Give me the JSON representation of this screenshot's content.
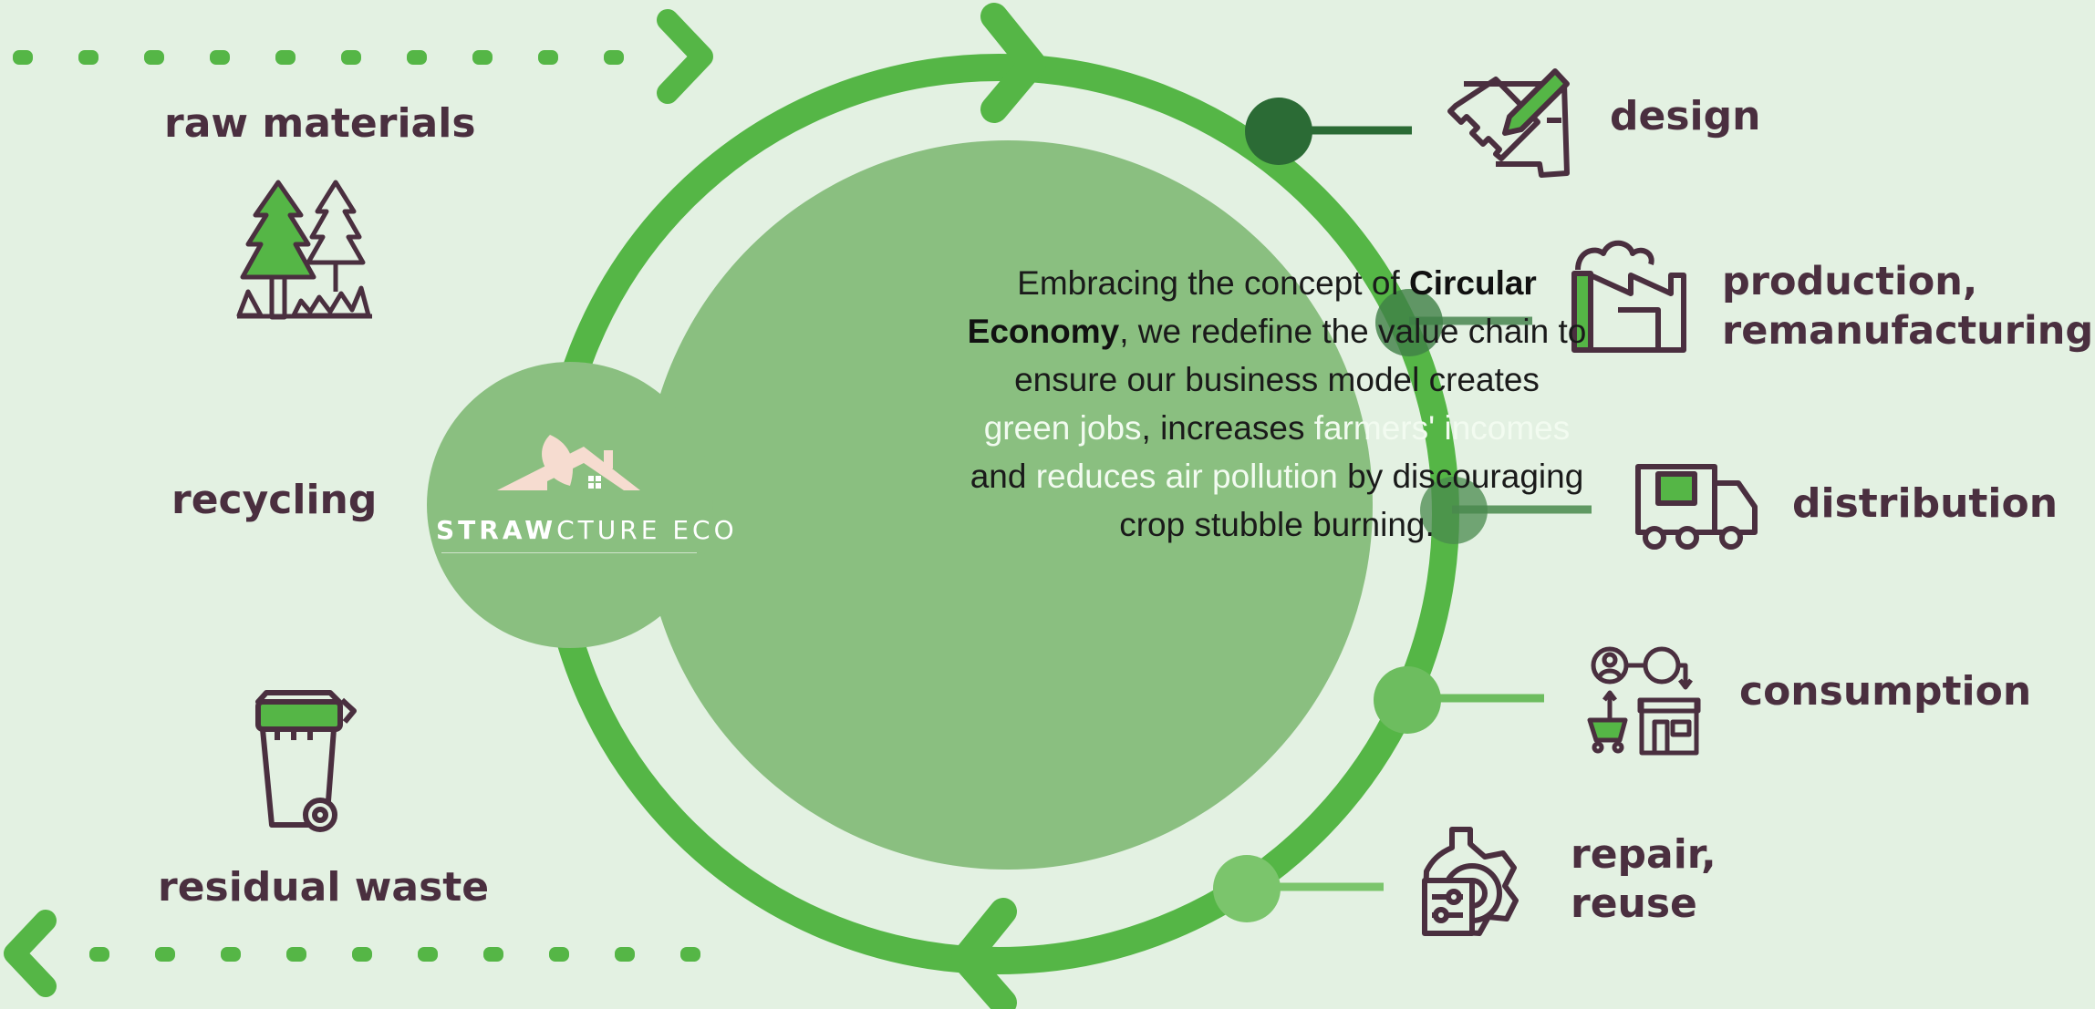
{
  "diagram": {
    "stages_left": [
      {
        "id": "raw-materials",
        "label": "raw materials",
        "icon": "trees-icon"
      },
      {
        "id": "recycling",
        "label": "recycling"
      },
      {
        "id": "residual-waste",
        "label": "residual waste",
        "icon": "trash-bin-icon"
      }
    ],
    "stages_right": [
      {
        "id": "design",
        "label": "design",
        "icon": "pencil-ruler-icon"
      },
      {
        "id": "production",
        "label_lines": [
          "production,",
          "remanufacturing"
        ],
        "icon": "factory-icon"
      },
      {
        "id": "distribution",
        "label": "distribution",
        "icon": "delivery-truck-icon"
      },
      {
        "id": "consumption",
        "label": "consumption",
        "icon": "shop-cart-exchange-icon"
      },
      {
        "id": "repair",
        "label_lines": [
          "repair,",
          "reuse"
        ],
        "icon": "gear-repair-icon"
      }
    ],
    "brand": {
      "name_bold": "STRAW",
      "name_rest": "CTURE ECO",
      "logo": "house-leaf-logo"
    },
    "statement": {
      "t1": "Embracing the concept of ",
      "b1": "Circular Economy",
      "t2": ", we redefine the value chain to ensure our business model creates ",
      "h1": "green jobs",
      "t3": ", increases ",
      "h2": "farmers' incomes",
      "t4": " and ",
      "h3": "reduces air pollution",
      "t5": " by discouraging crop stubble burning."
    },
    "colors": {
      "background": "#e3f1e2",
      "ring": "#55b646",
      "center_circle": "#8abf80",
      "dark_node": "#2b6b35",
      "light_node": "#7bc56c",
      "label_text": "#4a2f3f",
      "logo_roof": "#f6dcd0"
    }
  }
}
